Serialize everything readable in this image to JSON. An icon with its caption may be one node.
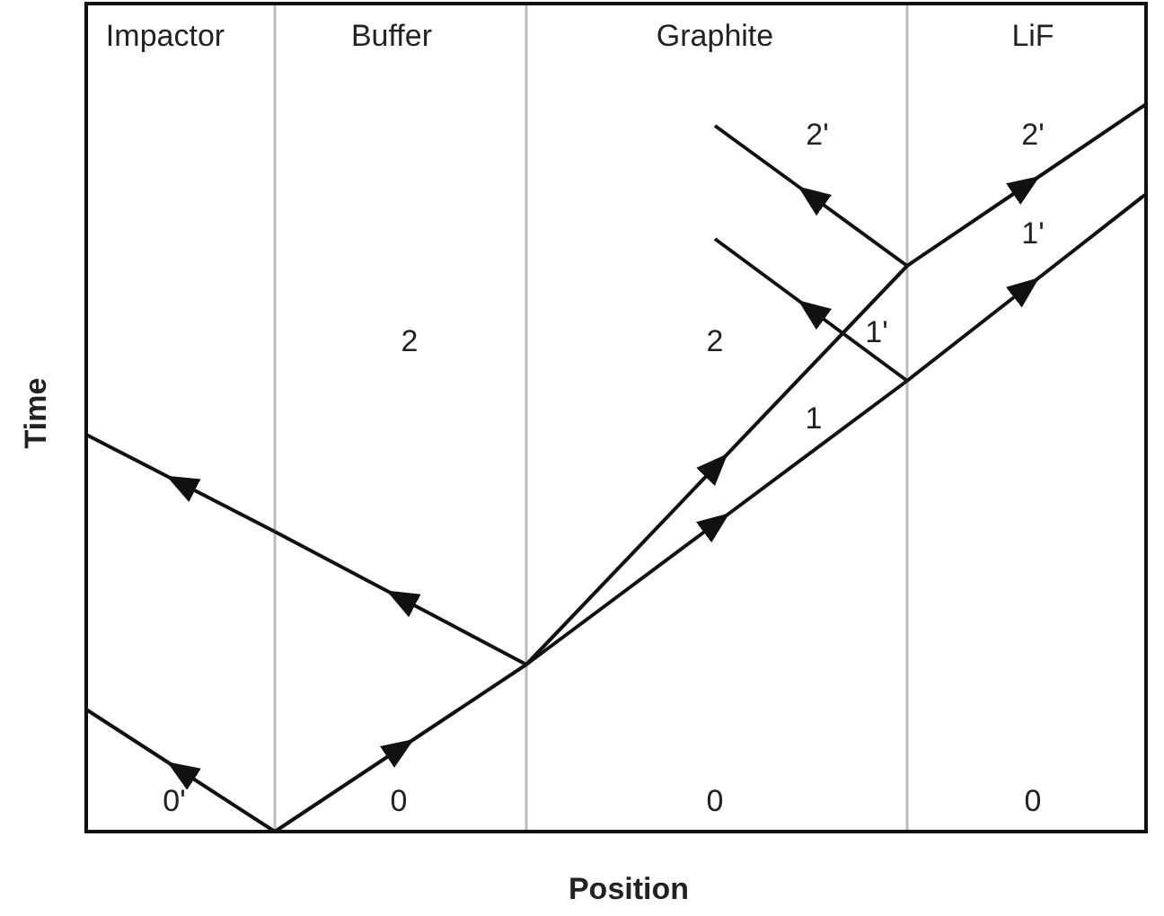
{
  "diagram": {
    "labels": [
      "Impactor",
      "Buffer",
      "Graphite",
      "LiF",
      "2'",
      "2'",
      "1'",
      "2",
      "2",
      "1'",
      "1",
      "0'",
      "0",
      "0",
      "0",
      "Time",
      "Position"
    ]
  }
}
